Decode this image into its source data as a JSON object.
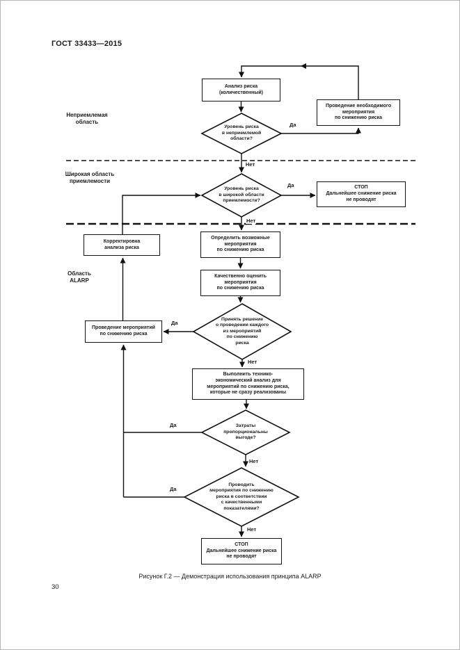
{
  "page": {
    "standard_ref": "ГОСТ 33433—2015",
    "page_number": "30",
    "figure_caption": "Рисунок Г.2 — Демонстрация использования принципа ALARP"
  },
  "regions": {
    "unacceptable": "Неприемлемая\nобласть",
    "broad_acceptability": "Широкая область\nприемлемости",
    "alarp": "Область\nALARP"
  },
  "nodes": {
    "risk_analysis": "Анализ риска\n(количественный)",
    "necessary_measure": "Проведение необходимого\nмероприятия\nпо снижению риска",
    "stop_top": "СТОП\nДальнейшее снижение риска\nне проводят",
    "adjust_analysis": "Корректировка\nанализа риска",
    "identify_measures": "Определить возможные\nмероприятия\nпо снижению риска",
    "qualitative_assess": "Качественно оценить\nмероприятия\nпо снижению риска",
    "implement_measures": "Проведение мероприятий\nпо снижению риска",
    "tech_econ_analysis": "Выполнить технико-\nэкономический анализ для\nмероприятий по снижению риска,\nкоторые не сразу реализованы",
    "stop_bottom": "СТОП\nДальнейшее снижение риска\nне проводят"
  },
  "decisions": {
    "level_unacceptable": "Уровень риска\nв неприемлемой\nобласти?",
    "level_broad": "Уровень риска\nв широкой области\nприемлемости?",
    "decide_each_measure": "Принять решение\nо проведении каждого\nиз мероприятий\nпо снижению\nриска",
    "cost_benefit": "Затраты\nпропорциональны\nвыгоде?",
    "qualitative_indicators": "Проводить\nмероприятия по снижению\nриска в соответствии\nс качественными\nпоказателями?"
  },
  "edge_labels": {
    "yes": "Да",
    "no": "Нет"
  }
}
